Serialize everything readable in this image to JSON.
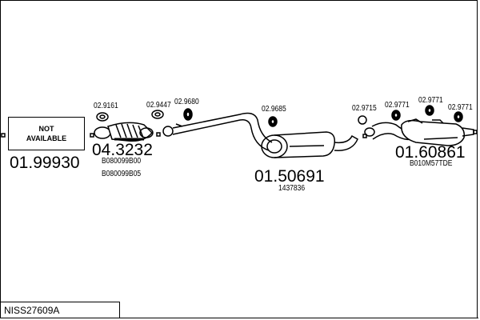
{
  "diagram_code": "NISS27609A",
  "parts": [
    {
      "number": "01.99930",
      "placeholder": [
        "NOT",
        "AVAILABLE"
      ],
      "oe_refs": []
    },
    {
      "number": "04.3232",
      "oe_refs": [
        "B080099B00",
        "B080099B05"
      ]
    },
    {
      "number": "01.50691",
      "oe_refs": [
        "1437836"
      ]
    },
    {
      "number": "01.60861",
      "oe_refs": [
        "B010M57TDE"
      ]
    }
  ],
  "accessories": [
    "02.9161",
    "02.9447",
    "02.9680",
    "02.9685",
    "02.9715",
    "02.9771",
    "02.9771",
    "02.9771"
  ]
}
